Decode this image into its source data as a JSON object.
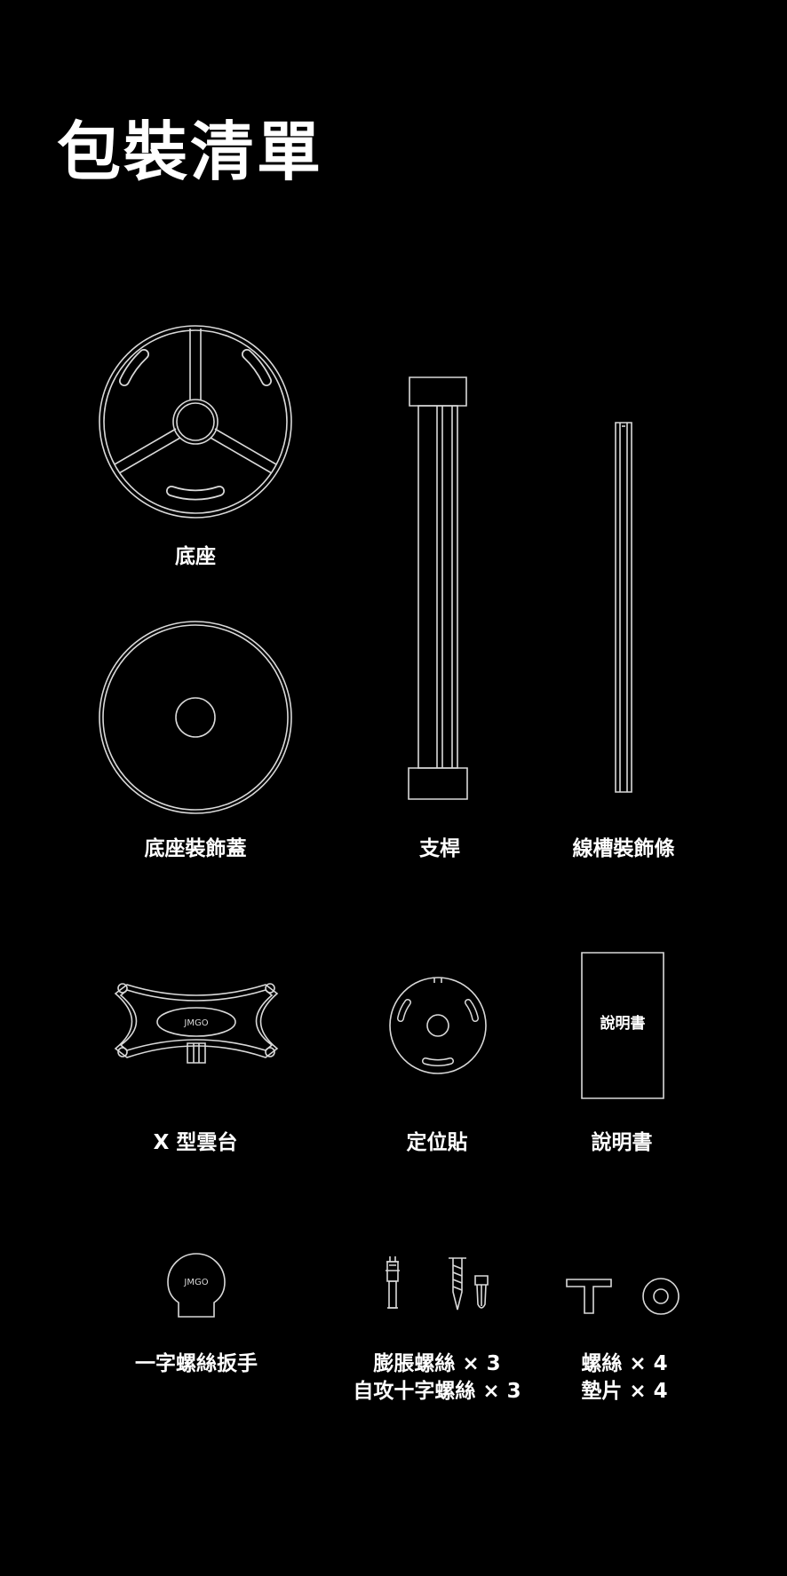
{
  "page": {
    "title": "包裝清單",
    "background_color": "#000000",
    "line_color": "#d9d9d9"
  },
  "items": [
    {
      "label": "底座",
      "icon": "base-icon"
    },
    {
      "label": "底座裝飾蓋",
      "icon": "base-cover-icon"
    },
    {
      "label": "支桿",
      "icon": "pole-icon"
    },
    {
      "label": "線槽裝飾條",
      "icon": "cable-trim-strip-icon"
    },
    {
      "label": "X 型雲台",
      "icon": "x-mount-icon",
      "engraving": "JMGO"
    },
    {
      "label": "定位貼",
      "icon": "positioning-sticker-icon"
    },
    {
      "label": "說明書",
      "icon": "manual-icon",
      "cover_text": "說明書"
    },
    {
      "label": "一字螺絲扳手",
      "icon": "screwdriver-wrench-icon",
      "engraving": "JMGO"
    },
    {
      "label_lines": [
        "膨脹螺絲 × 3",
        "自攻十字螺絲 × 3"
      ],
      "icon": "expansion-screw-icon"
    },
    {
      "label_lines": [
        "螺絲 × 4",
        "墊片 × 4"
      ],
      "icon": "screw-washer-icon"
    }
  ]
}
